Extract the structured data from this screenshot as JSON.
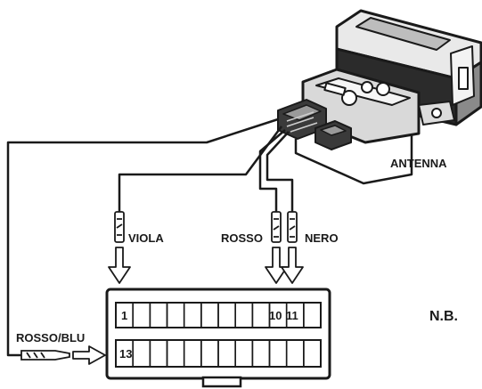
{
  "labels": {
    "antenna": "ANTENNA",
    "viola": "VIOLA",
    "rosso": "ROSSO",
    "nero": "NERO",
    "rosso_blu": "ROSSO/BLU",
    "nb": "N.B."
  },
  "connector": {
    "top_row_pins": [
      "1",
      "10",
      "11"
    ],
    "bottom_row_pins": [
      "13"
    ]
  }
}
